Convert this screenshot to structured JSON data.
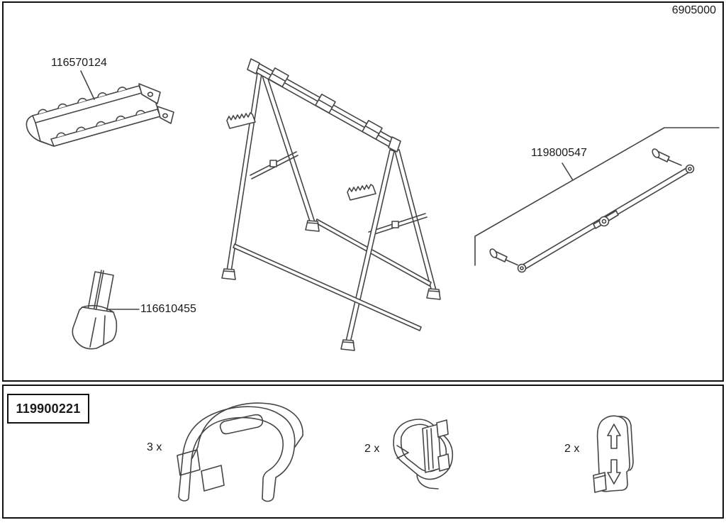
{
  "header": {
    "document_code": "6905000"
  },
  "diagram": {
    "part_labels": {
      "rail": "116570124",
      "strut": "119800547",
      "foot_cap": "116610455"
    }
  },
  "kit": {
    "code": "119900221",
    "items": [
      {
        "qty": "3 x"
      },
      {
        "qty": "2 x"
      },
      {
        "qty": "2 x"
      }
    ]
  },
  "colors": {
    "line": "#454545",
    "text": "#1a1a1a",
    "frame": "#111111"
  }
}
